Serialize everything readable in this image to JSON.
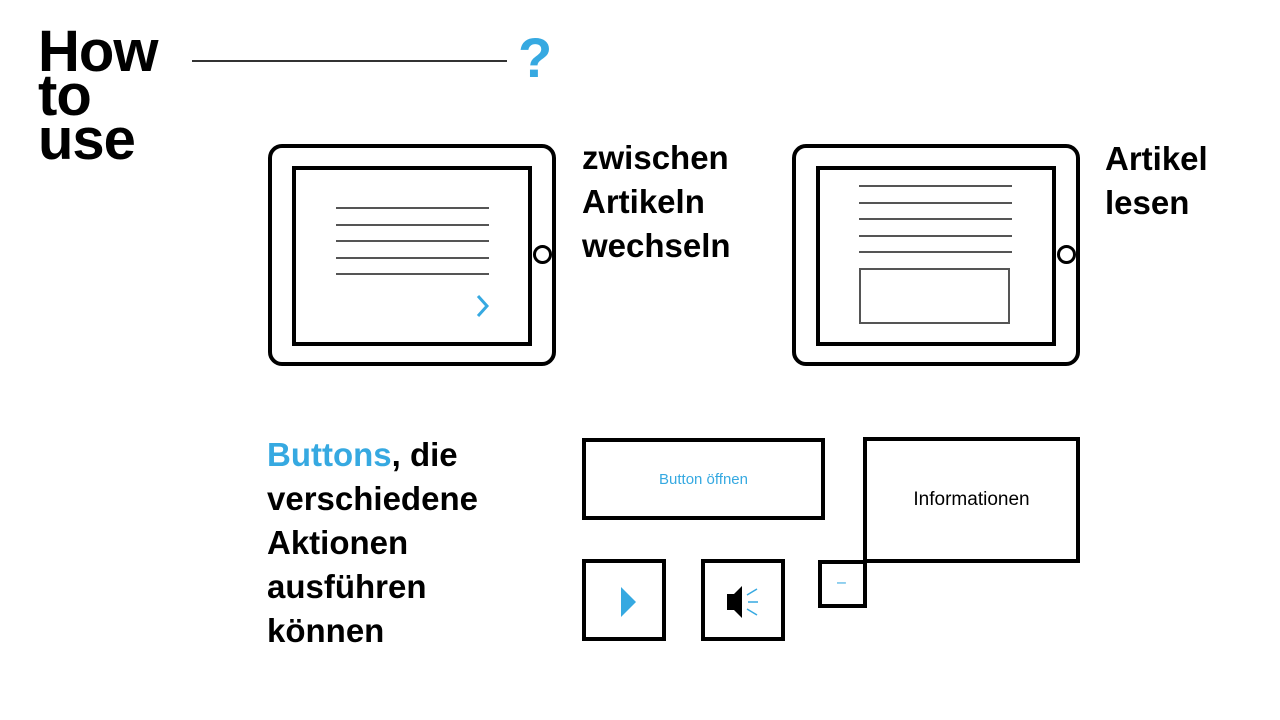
{
  "heading": {
    "line1": "How",
    "line2": "to",
    "line3": "use",
    "question_mark": "?"
  },
  "tablet_switch": {
    "caption_line1": "zwischen",
    "caption_line2": "Artikeln",
    "caption_line3": "wechseln",
    "arrow_icon": "chevron-right-icon"
  },
  "tablet_read": {
    "caption_line1": "Artikel",
    "caption_line2": "lesen"
  },
  "buttons_section": {
    "caption_highlight": "Buttons",
    "caption_rest": ", die",
    "caption_line2": "verschiedene",
    "caption_line3": "Aktionen",
    "caption_line4": "ausführen",
    "caption_line5": "können",
    "open_button_label": "Button öffnen",
    "info_label": "Informationen",
    "minus_label": "–",
    "play_icon": "play-icon",
    "sound_icon": "speaker-icon"
  },
  "colors": {
    "accent": "#36a9e1",
    "text": "#000000",
    "lines": "#555555"
  }
}
